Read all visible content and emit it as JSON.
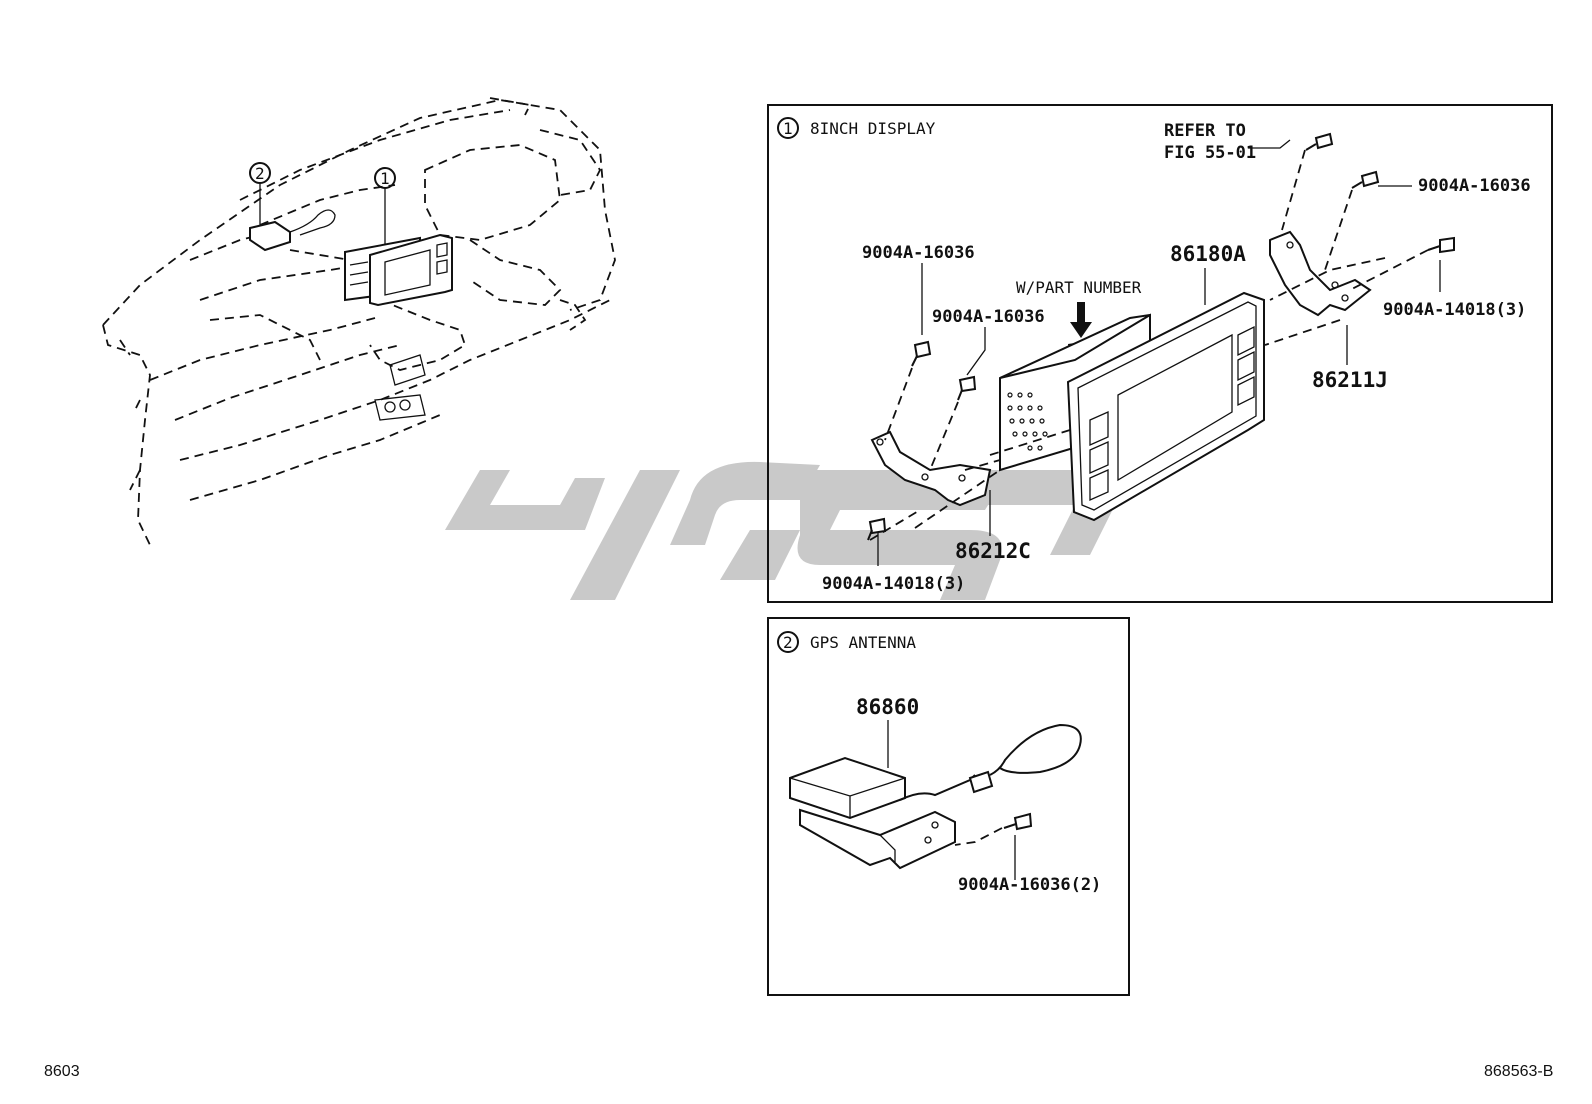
{
  "footer": {
    "left_code": "8603",
    "right_code": "868563-B"
  },
  "overview": {
    "callouts": [
      "1",
      "2"
    ]
  },
  "panel_display": {
    "number": "1",
    "title": "8INCH DISPLAY",
    "labels": {
      "refer_line1": "REFER TO",
      "refer_line2": "FIG 55-01",
      "screw_top_right": "9004A-16036",
      "screw_left_1": "9004A-16036",
      "screw_left_2": "9004A-16036",
      "screw_right_qty": "9004A-14018(3)",
      "screw_left_qty": "9004A-14018(3)",
      "display_part": "86180A",
      "part_number_note": "W/PART NUMBER",
      "bracket_right": "86211J",
      "bracket_left": "86212C"
    }
  },
  "panel_gps": {
    "number": "2",
    "title": "GPS ANTENNA",
    "labels": {
      "antenna_part": "86860",
      "screw_qty": "9004A-16036(2)"
    }
  },
  "watermark": {
    "color": "#c8c8c8",
    "description_icon": "watermark-logo"
  }
}
